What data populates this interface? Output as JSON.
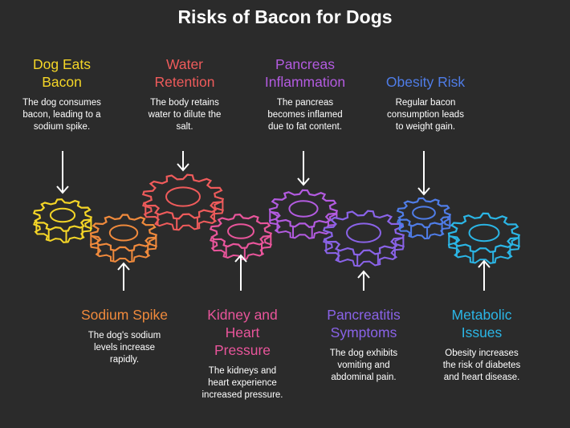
{
  "title": "Risks of Bacon for Dogs",
  "steps": [
    {
      "head": "Dog Eats\nBacon",
      "desc": "The dog consumes\nbacon, leading to a\nsodium spike.",
      "color": "#f5d627",
      "icon": "gear-icon"
    },
    {
      "head": "Sodium Spike",
      "desc": "The dog's sodium\nlevels increase\nrapidly.",
      "color": "#f08a3c",
      "icon": "gear-icon"
    },
    {
      "head": "Water\nRetention",
      "desc": "The body retains\nwater to dilute the\nsalt.",
      "color": "#ef5b5b",
      "icon": "gear-icon"
    },
    {
      "head": "Kidney and\nHeart\nPressure",
      "desc": "The kidneys and\nheart experience\nincreased pressure.",
      "color": "#e9559b",
      "icon": "gear-icon"
    },
    {
      "head": "Pancreas\nInflammation",
      "desc": "The pancreas\nbecomes inflamed\ndue to fat content.",
      "color": "#b35be0",
      "icon": "gear-icon"
    },
    {
      "head": "Pancreatitis\nSymptoms",
      "desc": "The dog exhibits\nvomiting and\nabdominal pain.",
      "color": "#8a63e8",
      "icon": "gear-icon"
    },
    {
      "head": "Obesity Risk",
      "desc": "Regular bacon\nconsumption leads\nto weight gain.",
      "color": "#4f7de8",
      "icon": "gear-icon"
    },
    {
      "head": "Metabolic\nIssues",
      "desc": "Obesity increases\nthe risk of diabetes\nand heart disease.",
      "color": "#2bb6e6",
      "icon": "gear-icon"
    }
  ]
}
